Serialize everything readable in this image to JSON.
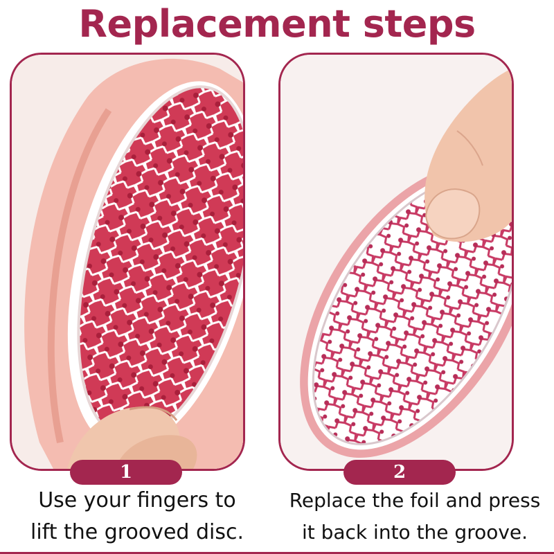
{
  "title": "Replacement steps",
  "colors": {
    "accent": "#a3264f",
    "pad": "#f2b7b0",
    "foil": "#cf3b55",
    "skin": "#f0c6ad"
  },
  "steps": [
    {
      "number": "1",
      "caption_line1": "Use your fingers to",
      "caption_line2": "lift the grooved disc."
    },
    {
      "number": "2",
      "caption_line1": "Replace the foil and press",
      "caption_line2": "it back into the groove."
    }
  ]
}
